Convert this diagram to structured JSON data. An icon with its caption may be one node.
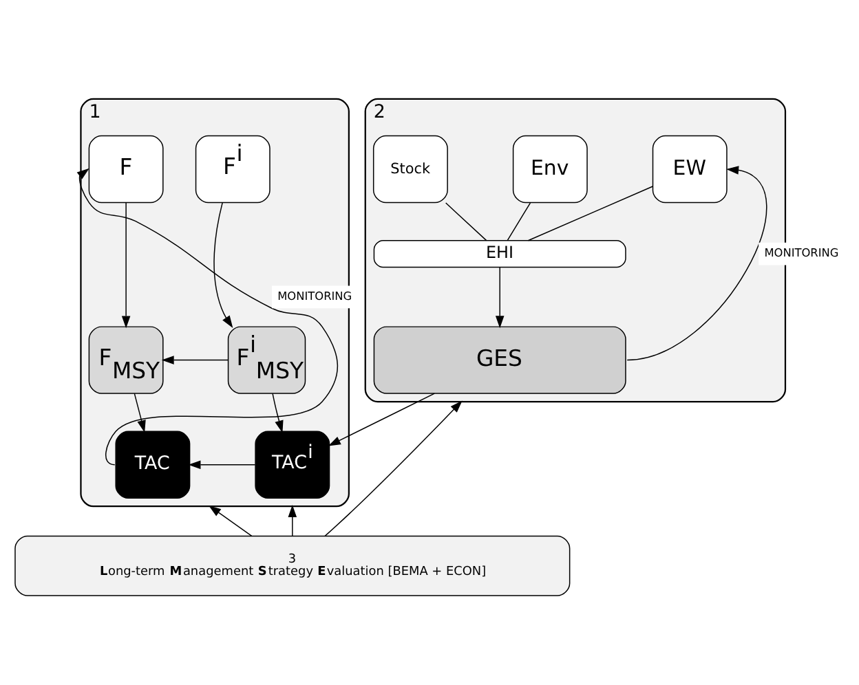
{
  "diagram": {
    "nodes": [
      {
        "text": [
          "1"
        ]
      },
      {
        "text": [
          "F"
        ],
        "in": 0
      },
      {
        "text": [
          "F$^{i}$"
        ],
        "in": 0
      },
      {
        "text": [
          "F$_{MSY}$"
        ],
        "in": 0
      },
      {
        "text": [
          "F$^{i}$$_{MSY}$"
        ],
        "in": 0
      },
      {
        "text": [
          "TAC"
        ],
        "in": 0
      },
      {
        "text": [
          "TAC$^{i}$"
        ],
        "in": 0
      },
      {
        "text": [
          "2"
        ]
      },
      {
        "text": [
          "Stock"
        ],
        "in": 7
      },
      {
        "text": [
          "Env"
        ],
        "in": 7
      },
      {
        "text": [
          "EW"
        ],
        "in": 7
      },
      {
        "text": [
          "EHI"
        ],
        "in": 7
      },
      {
        "text": [
          "GES"
        ],
        "in": 7
      },
      {
        "text": [
          "3",
          "**L**ong-term **M**anagement **S**trategy **E**valuation [BEMA + ECON]"
        ]
      }
    ],
    "edges": [
      {
        "from": 1,
        "to": 3,
        "arrow": "to"
      },
      {
        "from": 2,
        "to": 4,
        "arrow": "to"
      },
      {
        "from": 4,
        "to": 3,
        "arrow": "to"
      },
      {
        "from": 3,
        "to": 5,
        "arrow": "to"
      },
      {
        "from": 4,
        "to": 6,
        "arrow": "to"
      },
      {
        "from": 6,
        "to": 5,
        "arrow": "to"
      },
      {
        "from": 8,
        "to": 11,
        "arrow": "none"
      },
      {
        "from": 9,
        "to": 11,
        "arrow": "none"
      },
      {
        "from": 10,
        "to": 11,
        "arrow": "none"
      },
      {
        "from": 11,
        "to": 12,
        "arrow": "to"
      },
      {
        "from": 12,
        "to": 6,
        "arrow": "to"
      },
      {
        "from": 5,
        "to": 1,
        "arrow": "to",
        "label": "MONITORING"
      },
      {
        "from": 12,
        "to": 10,
        "arrow": "to",
        "label": "MONITORING"
      },
      {
        "from": 13,
        "to": 0,
        "arrow": "to"
      },
      {
        "from": 13,
        "to": 0,
        "arrow": "to"
      },
      {
        "from": 13,
        "to": 7,
        "arrow": "to"
      }
    ]
  }
}
